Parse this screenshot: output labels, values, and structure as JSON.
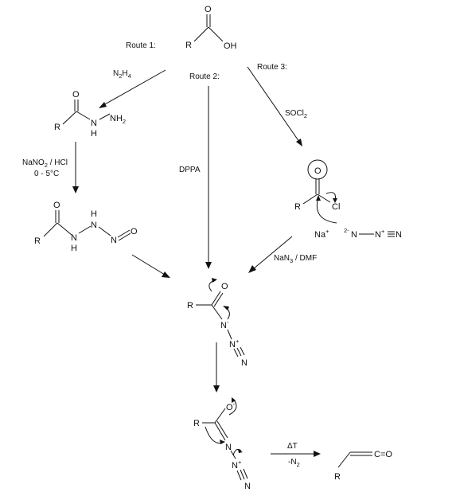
{
  "routes": {
    "route1": "Route 1:",
    "route2": "Route 2:",
    "route3": "Route 3:"
  },
  "reagents": {
    "n2h4_main": "N",
    "n2h4_sub1": "2",
    "n2h4_mid": "H",
    "n2h4_sub2": "4",
    "nano2_main": "NaNO",
    "nano2_sub": "2",
    "nano2_rest": " / HCl",
    "temp": "0 - 5°C",
    "dppa": "DPPA",
    "socl2_main": "SOCl",
    "socl2_sub": "2",
    "nan3_main": "NaN",
    "nan3_sub": "3",
    "nan3_rest": " / DMF",
    "delta": "ΔT",
    "minus_n2": "-N",
    "minus_n2_sub": "2"
  },
  "atoms": {
    "R": "R",
    "O": "O",
    "OH": "OH",
    "N": "N",
    "H": "H",
    "NH2_main": "NH",
    "NH2_sub": "2",
    "Cl": "Cl",
    "Na": "Na",
    "plus": "+",
    "minus": "-",
    "two_minus": "2-",
    "C_eq_O": "C=O"
  }
}
